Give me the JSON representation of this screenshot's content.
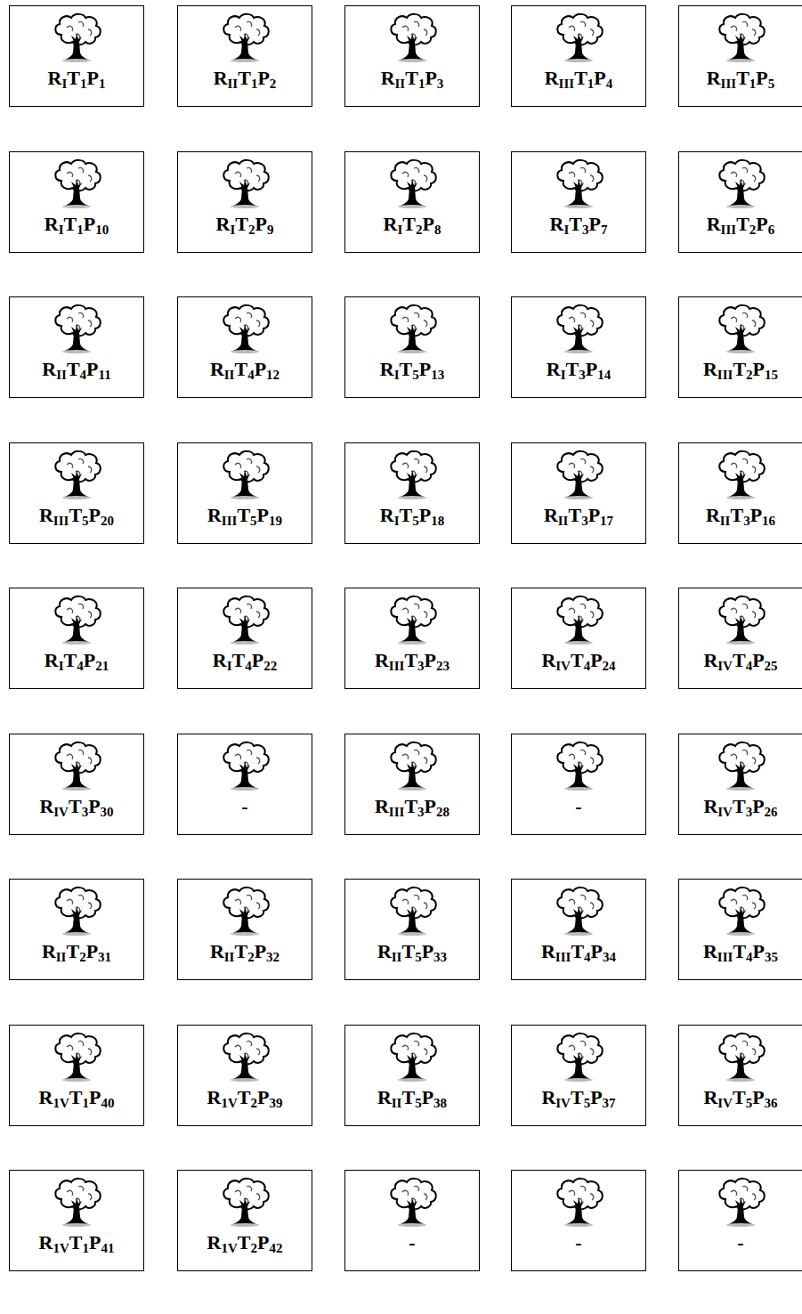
{
  "diagram": {
    "nodes": [
      {
        "text": [
          "RIT1P1"
        ]
      },
      {
        "text": [
          "RIIT1P2"
        ]
      },
      {
        "text": [
          "RIIT1P3"
        ]
      },
      {
        "text": [
          "RIIIT1P4"
        ]
      },
      {
        "text": [
          "RIIIT1P5"
        ]
      },
      {
        "text": [
          "RIT1P10"
        ]
      },
      {
        "text": [
          "RIT2P9"
        ]
      },
      {
        "text": [
          "RIT2P8"
        ]
      },
      {
        "text": [
          "RIT3P7"
        ]
      },
      {
        "text": [
          "RIIIT2P6"
        ]
      },
      {
        "text": [
          "RIIT4P11"
        ]
      },
      {
        "text": [
          "RIIT4P12"
        ]
      },
      {
        "text": [
          "RIT5P13"
        ]
      },
      {
        "text": [
          "RIT3P14"
        ]
      },
      {
        "text": [
          "RIIIT2P15"
        ]
      },
      {
        "text": [
          "RIIIT5P20"
        ]
      },
      {
        "text": [
          "RIIIT5P19"
        ]
      },
      {
        "text": [
          "RIT5P18"
        ]
      },
      {
        "text": [
          "RIIT3P17"
        ]
      },
      {
        "text": [
          "RIIT3P16"
        ]
      },
      {
        "text": [
          "RIT4P21"
        ]
      },
      {
        "text": [
          "RIT4P22"
        ]
      },
      {
        "text": [
          "RIIIT3P23"
        ]
      },
      {
        "text": [
          "RIVT4P24"
        ]
      },
      {
        "text": [
          "RIVT4P25"
        ]
      },
      {
        "text": [
          "RIVT3P30"
        ]
      },
      {
        "text": [
          "-"
        ]
      },
      {
        "text": [
          "RIIIT3P28"
        ]
      },
      {
        "text": [
          "-"
        ]
      },
      {
        "text": [
          "RIVT3P26"
        ]
      },
      {
        "text": [
          "RIIT2P31"
        ]
      },
      {
        "text": [
          "RIIT2P32"
        ]
      },
      {
        "text": [
          "RIIT5P33"
        ]
      },
      {
        "text": [
          "RIIIT4P34"
        ]
      },
      {
        "text": [
          "RIIIT4P35"
        ]
      },
      {
        "text": [
          "R1VT1P40"
        ]
      },
      {
        "text": [
          "R1VT2P39"
        ]
      },
      {
        "text": [
          "RIIT5P38"
        ]
      },
      {
        "text": [
          "RIVT5P37"
        ]
      },
      {
        "text": [
          "RIVT5P36"
        ]
      },
      {
        "text": [
          "R1VT1P41"
        ]
      },
      {
        "text": [
          "R1VT2P42"
        ]
      },
      {
        "text": [
          "-"
        ]
      },
      {
        "text": [
          "-"
        ]
      },
      {
        "text": [
          "-"
        ]
      }
    ]
  }
}
